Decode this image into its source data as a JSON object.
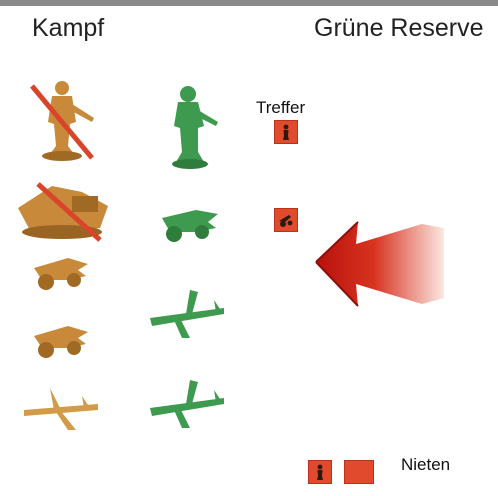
{
  "headers": {
    "left": "Kampf",
    "right": "Grüne Reserve"
  },
  "labels": {
    "hits": "Treffer",
    "misses": "Nieten"
  },
  "colors": {
    "tan_units": "#c88a3a",
    "green_units": "#3e9a4e",
    "die": "#e24a2d",
    "strike": "#d9452a"
  },
  "units": {
    "tan": [
      "infantry",
      "tank",
      "artillery",
      "artillery",
      "fighter"
    ],
    "green": [
      "infantry",
      "artillery",
      "fighter",
      "fighter"
    ],
    "eliminated_tan": [
      "infantry",
      "tank"
    ]
  },
  "dice": {
    "hits": [
      "infantry-die",
      "artillery-die"
    ],
    "misses": [
      "infantry-die",
      "blank-die"
    ]
  },
  "icons": [
    "red-arrow-icon"
  ]
}
